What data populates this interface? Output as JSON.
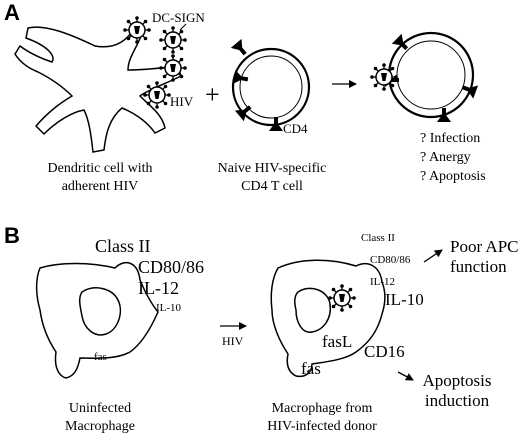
{
  "panel_a": {
    "letter": "A",
    "dc_sign": "DC-SIGN",
    "hiv": "HIV",
    "plus": "+",
    "cd4": "CD4",
    "arrow": "→",
    "caption_dc": [
      "Dendritic cell with",
      "adherent HIV"
    ],
    "caption_t": [
      "Naive HIV-specific",
      "CD4 T cell"
    ],
    "outcomes": [
      "? Infection",
      "? Anergy",
      "? Apoptosis"
    ]
  },
  "panel_b": {
    "letter": "B",
    "uninfected_markers": {
      "class2": "Class II",
      "cd80": "CD80/86",
      "il12": "IL-12",
      "il10": "IL-10",
      "fas": "fas"
    },
    "infected_markers": {
      "class2": "Class II",
      "cd80": "CD80/86",
      "il12": "IL-12",
      "il10": "IL-10",
      "fasl": "fasL",
      "cd16": "CD16",
      "fas": "fas"
    },
    "hiv_arrow_label": "HIV",
    "poor_apc": [
      "Poor APC",
      "function"
    ],
    "apoptosis": [
      "Apoptosis",
      "induction"
    ],
    "caption_uninfected": [
      "Uninfected",
      "Macrophage"
    ],
    "caption_infected": [
      "Macrophage from",
      "HIV-infected donor"
    ]
  }
}
